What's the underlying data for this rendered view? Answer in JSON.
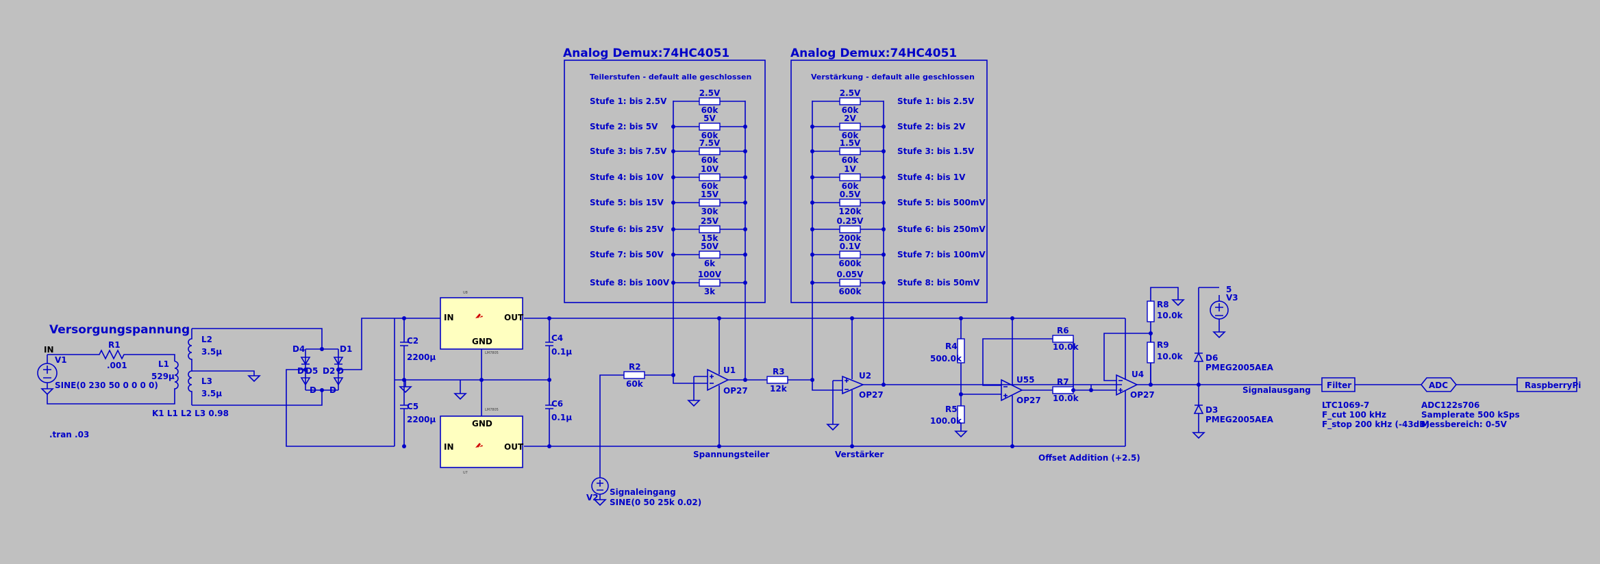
{
  "colors": {
    "background": "#c0c0c0",
    "wire": "#0000c8",
    "ic_fill": "#ffffc0"
  },
  "titles": {
    "demux1": "Analog Demux:74HC4051",
    "demux2": "Analog Demux:74HC4051",
    "supply": "Versorgungspannung"
  },
  "demux1": {
    "subtitle": "Teilerstufen - default alle geschlossen",
    "stages": [
      {
        "label": "Stufe 1: bis 2.5V",
        "top": "2.5V",
        "bottom": "60k"
      },
      {
        "label": "Stufe 2: bis 5V",
        "top": "5V",
        "bottom": "60k"
      },
      {
        "label": "Stufe 3: bis 7.5V",
        "top": "7.5V",
        "bottom": "60k"
      },
      {
        "label": "Stufe 4: bis 10V",
        "top": "10V",
        "bottom": "60k"
      },
      {
        "label": "Stufe 5: bis 15V",
        "top": "15V",
        "bottom": "30k"
      },
      {
        "label": "Stufe 6: bis 25V",
        "top": "25V",
        "bottom": "15k"
      },
      {
        "label": "Stufe 7: bis 50V",
        "top": "50V",
        "bottom": "6k"
      },
      {
        "label": "Stufe 8: bis 100V",
        "top": "100V",
        "bottom": "3k"
      }
    ]
  },
  "demux2": {
    "subtitle": "Verstärkung - default alle geschlossen",
    "stages": [
      {
        "label": "Stufe 1: bis 2.5V",
        "top": "2.5V",
        "bottom": "60k"
      },
      {
        "label": "Stufe 2: bis 2V",
        "top": "2V",
        "bottom": "60k"
      },
      {
        "label": "Stufe 3: bis 1.5V",
        "top": "1.5V",
        "bottom": "60k"
      },
      {
        "label": "Stufe 4: bis 1V",
        "top": "1V",
        "bottom": "60k"
      },
      {
        "label": "Stufe 5: bis 500mV",
        "top": "0.5V",
        "bottom": "120k"
      },
      {
        "label": "Stufe 6: bis 250mV",
        "top": "0.25V",
        "bottom": "200k"
      },
      {
        "label": "Stufe 7: bis 100mV",
        "top": "0.1V",
        "bottom": "600k"
      },
      {
        "label": "Stufe 8: bis 50mV",
        "top": "0.05V",
        "bottom": "600k"
      }
    ]
  },
  "supply": {
    "in_label": "IN",
    "v1": "V1",
    "v1_value": "SINE(0 230 50 0 0 0 0)",
    "r1": "R1",
    "r1_value": ".001",
    "l1": "L1",
    "l1_value": "529µ",
    "l2": "L2",
    "l2_value": "3.5µ",
    "l3": "L3",
    "l3_value": "3.5µ",
    "coupling": "K1 L1 L2 L3 0.98",
    "tran": ".tran .03",
    "d1": "D1",
    "d2": "D2",
    "d4": "D4",
    "d5": "D5",
    "d_glyph": "D"
  },
  "regulators": {
    "in": "IN",
    "out": "OUT",
    "gnd": "GND",
    "top_tag": "U8",
    "bottom_tag": "U7",
    "part_tag": "LM7805"
  },
  "caps": [
    {
      "name": "C2",
      "value": "2200µ"
    },
    {
      "name": "C5",
      "value": "2200µ"
    },
    {
      "name": "C4",
      "value": "0.1µ"
    },
    {
      "name": "C6",
      "value": "0.1µ"
    }
  ],
  "signal": {
    "r2": "R2",
    "r2_value": "60k",
    "v2": "V2",
    "v2_name": "Signaleingang",
    "v2_value": "SINE(0 50 25k 0.02)",
    "u1": "U1",
    "u1_part": "OP27",
    "r3": "R3",
    "r3_value": "12k",
    "u2": "U2",
    "u2_part": "OP27",
    "spannungsteiler": "Spannungsteiler",
    "verstaerker": "Verstärker",
    "r4": "R4",
    "r4_value": "500.0k",
    "r5": "R5",
    "r5_value": "100.0k",
    "r6": "R6",
    "r6_value": "10.0k",
    "r7": "R7",
    "r7_value": "10.0k",
    "u5": "U55",
    "u5_part": "OP27",
    "u4": "U4",
    "u4_part": "OP27",
    "offset": "Offset Addition (+2.5)",
    "r8": "R8",
    "r8_value": "10.0k",
    "r9": "R9",
    "r9_value": "10.0k",
    "v3_value": "5",
    "v3": "V3",
    "d6": "D6",
    "d6_part": "PMEG2005AEA",
    "d3": "D3",
    "d3_part": "PMEG2005AEA",
    "signalausgang": "Signalausgang"
  },
  "chain": {
    "filter": "Filter",
    "filter_notes": [
      "LTC1069-7",
      "F_cut 100 kHz",
      "F_stop 200 kHz (-43dB)"
    ],
    "adc": "ADC",
    "adc_notes": [
      "ADC122s706",
      "Samplerate 500 kSps",
      "Messbereich: 0-5V"
    ],
    "rpi": "RaspberryPi"
  }
}
